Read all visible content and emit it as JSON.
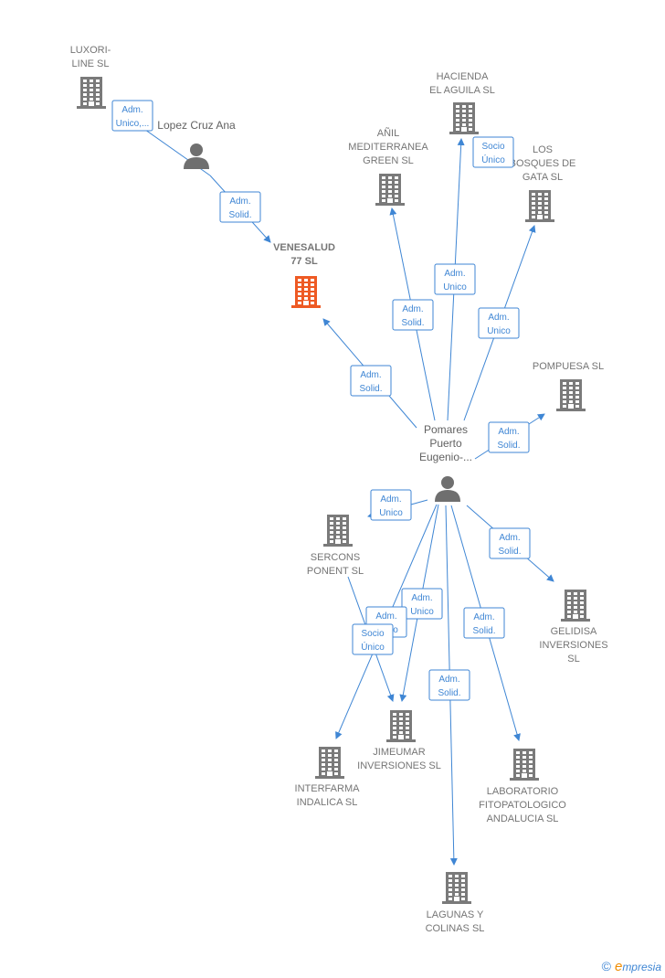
{
  "colors": {
    "edge": "#3f86d4",
    "building": "#7a7a7a",
    "highlight": "#ee5a24",
    "person": "#6f6f6f"
  },
  "nodes": [
    {
      "id": "luxori",
      "kind": "company",
      "lines": [
        "LUXORI-",
        "LINE  SL"
      ]
    },
    {
      "id": "lopez",
      "kind": "person",
      "lines": [
        "Lopez Cruz Ana"
      ]
    },
    {
      "id": "venesalud",
      "kind": "company",
      "highlight": true,
      "lines": [
        "VENESALUD",
        "77  SL"
      ]
    },
    {
      "id": "hacienda",
      "kind": "company",
      "lines": [
        "HACIENDA",
        "EL AGUILA  SL"
      ]
    },
    {
      "id": "anil",
      "kind": "company",
      "lines": [
        "AÑIL",
        "MEDITERRANEA",
        "GREEN  SL"
      ]
    },
    {
      "id": "losbosques",
      "kind": "company",
      "lines": [
        "LOS",
        "BOSQUES DE",
        "GATA  SL"
      ]
    },
    {
      "id": "pompuesa",
      "kind": "company",
      "lines": [
        "POMPUESA  SL"
      ]
    },
    {
      "id": "pomares",
      "kind": "person",
      "lines": [
        "Pomares",
        "Puerto",
        "Eugenio-..."
      ]
    },
    {
      "id": "sercons",
      "kind": "company",
      "lines": [
        "SERCONS",
        "PONENT SL"
      ]
    },
    {
      "id": "gelidisa",
      "kind": "company",
      "lines": [
        "GELIDISA",
        "INVERSIONES",
        "SL"
      ]
    },
    {
      "id": "jimeumar",
      "kind": "company",
      "lines": [
        "JIMEUMAR",
        "INVERSIONES SL"
      ]
    },
    {
      "id": "interfarma",
      "kind": "company",
      "lines": [
        "INTERFARMA",
        "INDALICA  SL"
      ]
    },
    {
      "id": "laboratorio",
      "kind": "company",
      "lines": [
        "LABORATORIO",
        "FITOPATOLOGICO",
        "ANDALUCIA  SL"
      ]
    },
    {
      "id": "lagunas",
      "kind": "company",
      "lines": [
        "LAGUNAS Y",
        "COLINAS  SL"
      ]
    }
  ],
  "edges": [
    {
      "from": "lopez",
      "to": "luxori",
      "lines": [
        "Adm.",
        "Unico,..."
      ]
    },
    {
      "from": "lopez",
      "to": "venesalud",
      "lines": [
        "Adm.",
        "Solid."
      ]
    },
    {
      "from": "pomares",
      "to": "venesalud",
      "lines": [
        "Adm.",
        "Solid."
      ]
    },
    {
      "from": "pomares",
      "to": "anil",
      "lines": [
        "Adm.",
        "Solid."
      ]
    },
    {
      "from": "pomares",
      "to": "hacienda",
      "lines": [
        "Adm.",
        "Unico"
      ]
    },
    {
      "from": "hacienda",
      "to": "hacienda",
      "lines": [
        "Socio",
        "Único"
      ]
    },
    {
      "from": "pomares",
      "to": "losbosques",
      "lines": [
        "Adm.",
        "Unico"
      ]
    },
    {
      "from": "pomares",
      "to": "pompuesa",
      "lines": [
        "Adm.",
        "Solid."
      ]
    },
    {
      "from": "pomares",
      "to": "sercons",
      "lines": [
        "Adm.",
        "Unico"
      ]
    },
    {
      "from": "pomares",
      "to": "gelidisa",
      "lines": [
        "Adm.",
        "Solid."
      ]
    },
    {
      "from": "pomares",
      "to": "jimeumar",
      "lines": [
        "Adm.",
        "Unico"
      ]
    },
    {
      "from": "pomares",
      "to": "interfarma",
      "lines": [
        "Adm.",
        "Unico"
      ]
    },
    {
      "from": "sercons",
      "to": "jimeumar",
      "lines": [
        "Socio",
        "Único"
      ]
    },
    {
      "from": "pomares",
      "to": "laboratorio",
      "lines": [
        "Adm.",
        "Solid."
      ]
    },
    {
      "from": "pomares",
      "to": "lagunas",
      "lines": [
        "Adm.",
        "Solid."
      ]
    }
  ],
  "footer": {
    "copyright": "©",
    "brand_initial": "e",
    "brand_rest": "mpresia"
  }
}
